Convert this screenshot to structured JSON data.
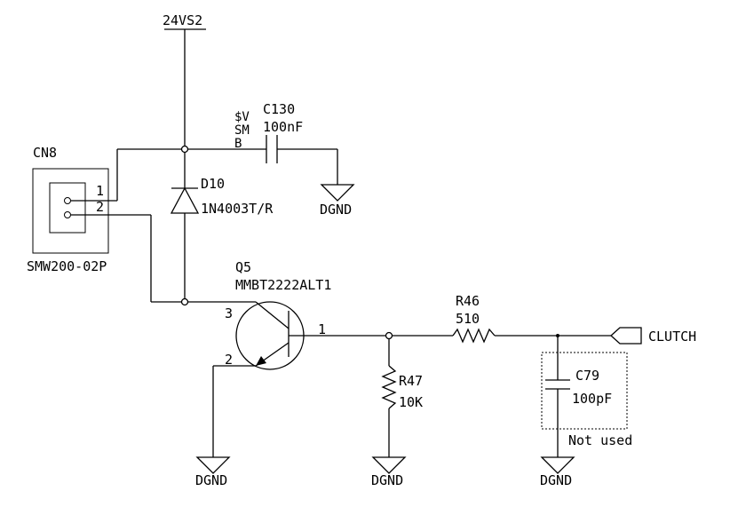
{
  "power": {
    "net": "24VS2"
  },
  "connector": {
    "ref": "CN8",
    "part": "SMW200-02P",
    "pin1": "1",
    "pin2": "2"
  },
  "capacitor_c130": {
    "ref": "C130",
    "value": "100nF",
    "mark_line1": "$V",
    "mark_line2": "SM",
    "mark_line3": "B"
  },
  "diode": {
    "ref": "D10",
    "part": "1N4003T/R"
  },
  "transistor": {
    "ref": "Q5",
    "part": "MMBT2222ALT1",
    "pin_collector": "3",
    "pin_emitter": "2",
    "pin_base": "1"
  },
  "resistor_r46": {
    "ref": "R46",
    "value": "510"
  },
  "resistor_r47": {
    "ref": "R47",
    "value": "10K"
  },
  "capacitor_c79": {
    "ref": "C79",
    "value": "100pF",
    "note": "Not used"
  },
  "output": {
    "net": "CLUTCH"
  },
  "grounds": {
    "label": "DGND"
  }
}
